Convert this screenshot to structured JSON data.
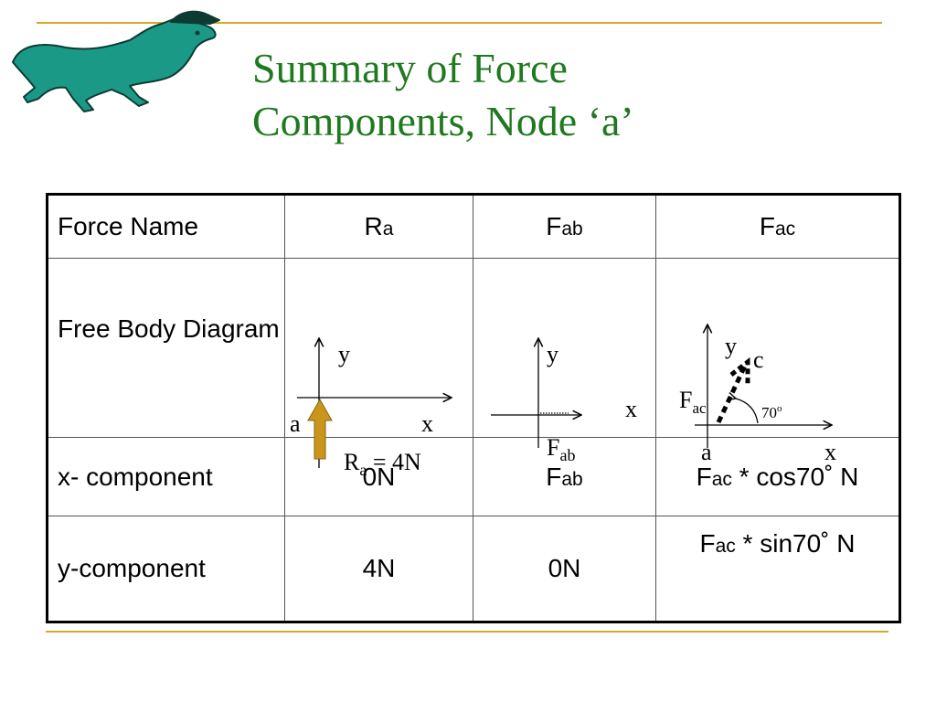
{
  "slide": {
    "title_line1": "Summary of Force",
    "title_line2": "Components, Node ‘a’",
    "colors": {
      "title": "#1f7a1f",
      "rule": "#d8a72a",
      "logo": "#1a9a86",
      "arrow_gold": "#c9951a"
    },
    "logo_icon": "mustang-horse-icon"
  },
  "table": {
    "header": {
      "label": "Force Name",
      "ra": {
        "main": "R",
        "sub": "a"
      },
      "fab": {
        "main": "F",
        "sub": "ab"
      },
      "fac": {
        "main": "F",
        "sub": "ac"
      }
    },
    "fbd_row_label": "Free Body Diagram",
    "x_row": {
      "label": "x- component",
      "ra": "0N",
      "fab": {
        "main": "F",
        "sub": "ab"
      },
      "fac": {
        "main": "F",
        "sub": "ac",
        "rest": " * cos70˚ N"
      }
    },
    "y_row": {
      "label": "y-component",
      "ra": "4N",
      "fab": "0N",
      "fac": {
        "main": "F",
        "sub": "ac",
        "rest": " * sin70˚ N"
      }
    }
  },
  "diagrams": {
    "ra": {
      "y": "y",
      "x": "x",
      "node": "a",
      "force_main": "R",
      "force_sub": "a",
      "force_value": " = 4N"
    },
    "fab": {
      "y": "y",
      "x": "x",
      "force_main": "F",
      "force_sub": "ab"
    },
    "fac": {
      "y": "y",
      "x": "x",
      "node": "a",
      "c": "c",
      "force_main": "F",
      "force_sub": "ac",
      "angle_main": "70",
      "angle_sup": "o"
    }
  }
}
